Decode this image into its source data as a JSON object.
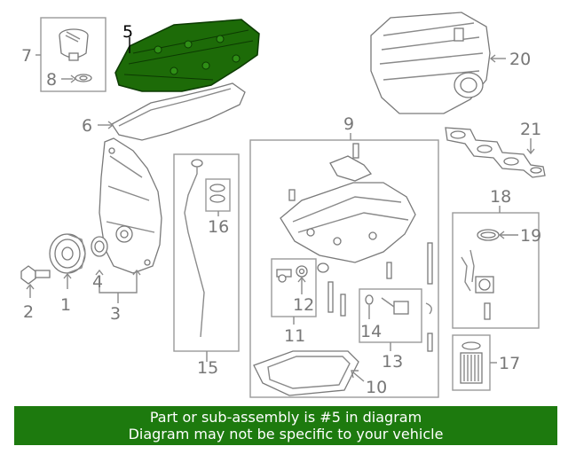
{
  "diagram": {
    "callouts": {
      "c1": "1",
      "c2": "2",
      "c3": "3",
      "c4": "4",
      "c5": "5",
      "c6": "6",
      "c7": "7",
      "c8": "8",
      "c9": "9",
      "c10": "10",
      "c11": "11",
      "c12": "12",
      "c13": "13",
      "c14": "14",
      "c15": "15",
      "c16": "16",
      "c17": "17",
      "c18": "18",
      "c19": "19",
      "c20": "20",
      "c21": "21"
    },
    "highlight_part": "5",
    "highlight_color": "#1d6b08"
  },
  "banner": {
    "line1": "Part or sub-assembly is #5 in diagram",
    "line2": "Diagram may not be specific to your vehicle",
    "background": "#1d7a0e",
    "text_color": "#ffffff"
  }
}
